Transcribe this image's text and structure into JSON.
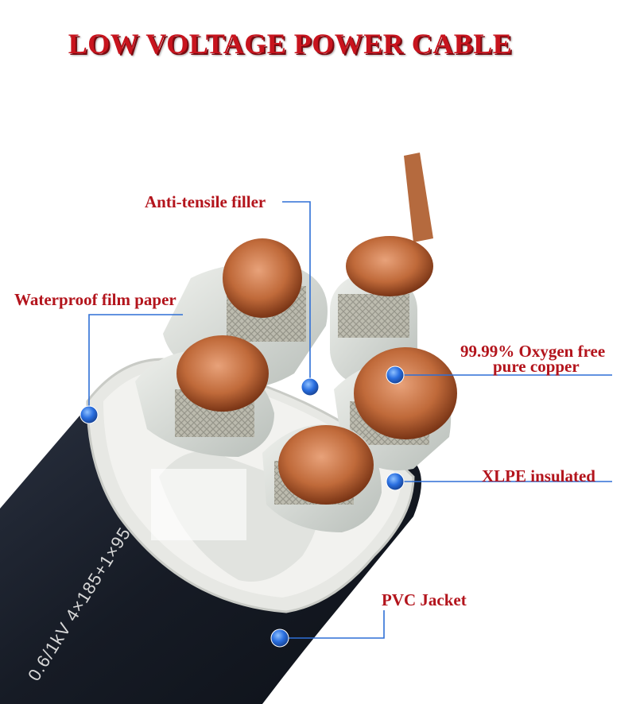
{
  "title": "LOW VOLTAGE POWER CABLE",
  "labels": {
    "filler": "Anti-tensile filler",
    "film": "Waterproof film paper",
    "copper_line1": "99.99% Oxygen free",
    "copper_line2": "pure copper",
    "xlpe": "XLPE insulated",
    "jacket": "PVC Jacket"
  },
  "cable_print": "0.6/1kV 4×185+1×95",
  "colors": {
    "title": "#c8141e",
    "label": "#b3141c",
    "leader": "#2f6fd6",
    "marker": "#2a6fe0",
    "jacket": "#1c2330",
    "copper": "#c06a3a",
    "insulation": "#d9ddd8"
  }
}
